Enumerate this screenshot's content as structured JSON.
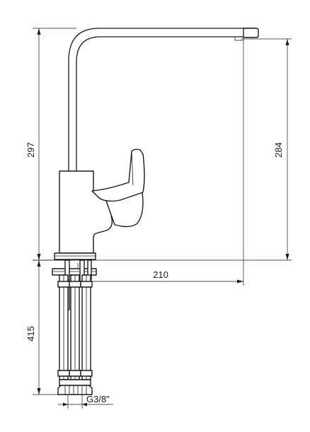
{
  "dimensions": {
    "total_height": "297",
    "spout_height": "284",
    "spout_reach": "210",
    "hose_length": "415",
    "connection_thread": "G3/8\""
  }
}
